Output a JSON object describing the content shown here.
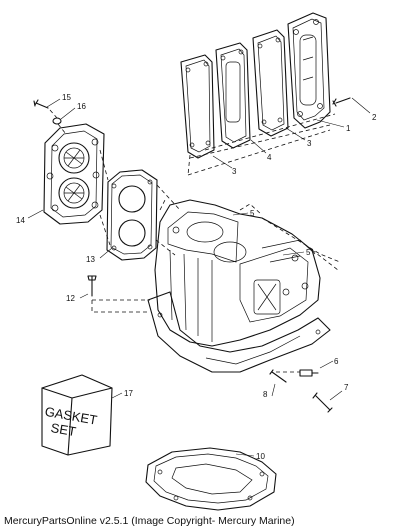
{
  "callouts": {
    "c1": "1",
    "c2": "2",
    "c3a": "3",
    "c3b": "3",
    "c4": "4",
    "c5a": "5",
    "c5b": "5",
    "c6": "6",
    "c7": "7",
    "c8": "8",
    "c10": "10",
    "c12": "12",
    "c13": "13",
    "c14": "14",
    "c15": "15",
    "c16": "16",
    "c17": "17"
  },
  "gasket_box": {
    "line1": "GASKET",
    "line2": "SET"
  },
  "caption": "MercuryPartsOnline v2.5.1 (Image Copyright- Mercury Marine)"
}
